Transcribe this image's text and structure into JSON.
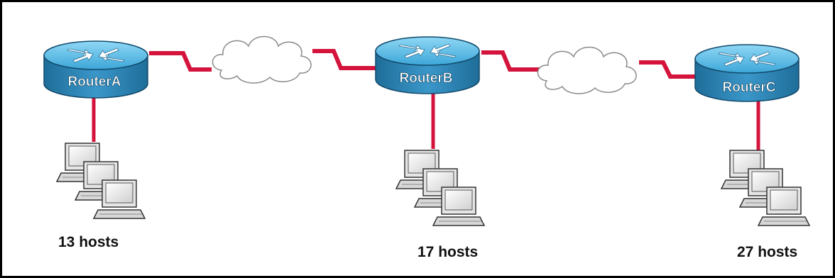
{
  "routers": [
    {
      "name": "RouterA",
      "hosts_label": "13 hosts"
    },
    {
      "name": "RouterB",
      "hosts_label": "17 hosts"
    },
    {
      "name": "RouterC",
      "hosts_label": "27 hosts"
    }
  ],
  "colors": {
    "link": "#d4143c",
    "router_top": "#5ec0e8",
    "router_side": "#2a7fb0",
    "cloud_fill": "#ffffff",
    "cloud_stroke": "#8a8a8a",
    "frame": "#000000"
  },
  "icons": {
    "router": "router-icon",
    "cloud": "wan-cloud-icon",
    "hosts": "workstation-group-icon"
  }
}
